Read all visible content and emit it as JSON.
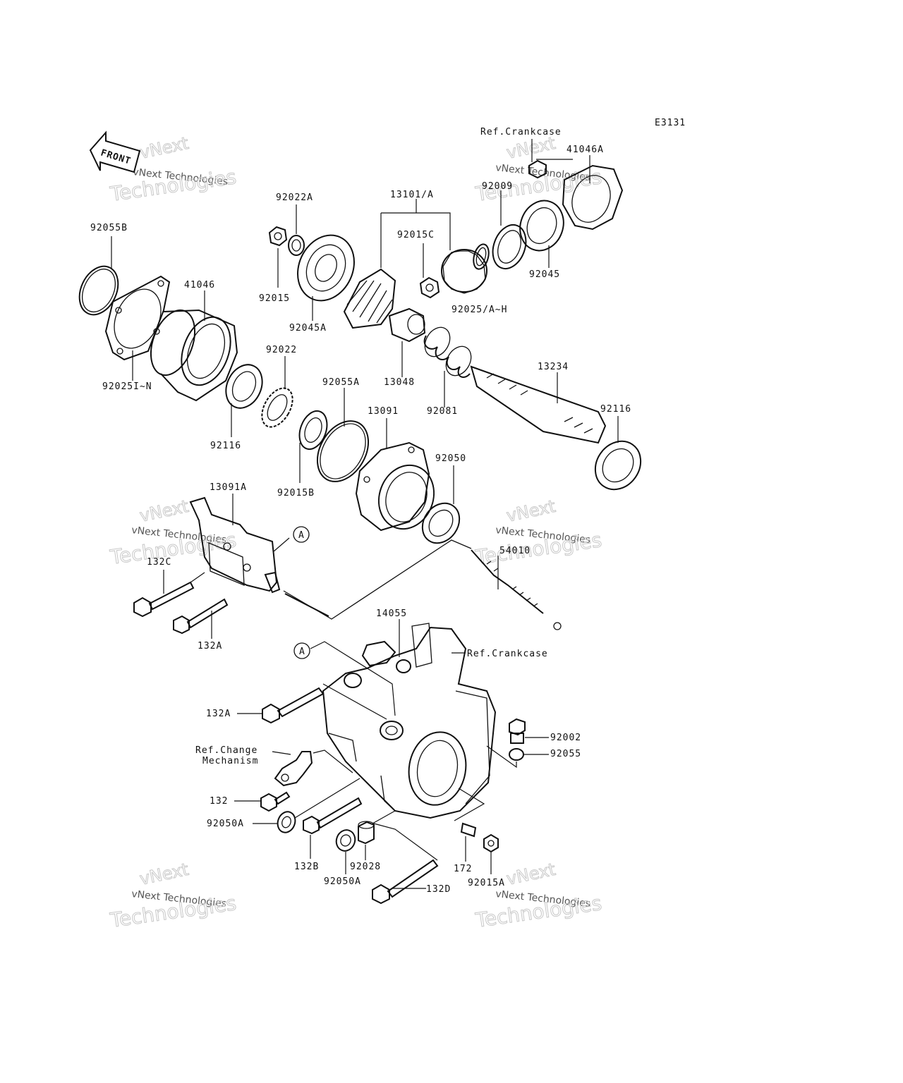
{
  "diagram_code": "E3131",
  "front_label": "FRONT",
  "watermark": {
    "line1": "vNext",
    "line2": "vNext Technologies",
    "line3": "Technologies"
  },
  "callout_a": "A",
  "labels": {
    "ref_crankcase_top": "Ref.Crankcase",
    "p41046A": "41046A",
    "p92009": "92009",
    "p92045": "92045",
    "p92025AH": "92025/A~H",
    "p13101A": "13101/A",
    "p92015C": "92015C",
    "p92022A": "92022A",
    "p92015": "92015",
    "p92045A": "92045A",
    "p92055B": "92055B",
    "p41046": "41046",
    "p92025IN": "92025I~N",
    "p92022": "92022",
    "p92116L": "92116",
    "p92055A": "92055A",
    "p92015B": "92015B",
    "p13091": "13091",
    "p92050": "92050",
    "p13048": "13048",
    "p92081": "92081",
    "p13234": "13234",
    "p92116R": "92116",
    "p13091A": "13091A",
    "p132C": "132C",
    "p132A1": "132A",
    "p54010": "54010",
    "p14055": "14055",
    "ref_crankcase_mid": "Ref.Crankcase",
    "p132A2": "132A",
    "ref_change_1": "Ref.Change",
    "ref_change_2": "Mechanism",
    "p92002": "92002",
    "p92055": "92055",
    "p132": "132",
    "p92050A1": "92050A",
    "p132B": "132B",
    "p92028": "92028",
    "p92050A2": "92050A",
    "p172": "172",
    "p92015A": "92015A",
    "p132D": "132D"
  }
}
